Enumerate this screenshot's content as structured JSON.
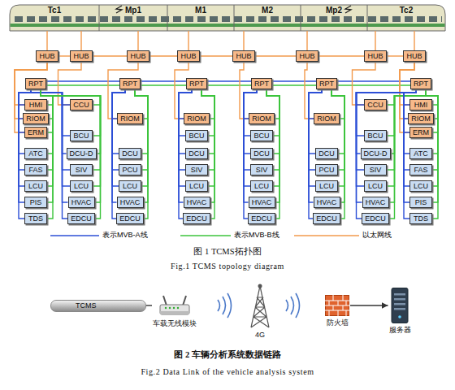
{
  "diagram": {
    "caption": "图 1  TCMS拓扑图",
    "nodes": [
      {
        "text": [
          "Tc1"
        ]
      },
      {
        "text": [
          "Mp1"
        ]
      },
      {
        "text": [
          "M1"
        ]
      },
      {
        "text": [
          "M2"
        ]
      },
      {
        "text": [
          "Mp2"
        ]
      },
      {
        "text": [
          "Tc2"
        ]
      },
      {
        "text": [
          "HUB"
        ]
      },
      {
        "text": [
          "HUB"
        ]
      },
      {
        "text": [
          "HUB"
        ]
      },
      {
        "text": [
          "HUB"
        ]
      },
      {
        "text": [
          "HUB"
        ]
      },
      {
        "text": [
          "HUB"
        ]
      },
      {
        "text": [
          "HUB"
        ]
      },
      {
        "text": [
          "HUB"
        ]
      },
      {
        "text": [
          "RPT"
        ]
      },
      {
        "text": [
          "RPT"
        ]
      },
      {
        "text": [
          "RPT"
        ]
      },
      {
        "text": [
          "RPT"
        ]
      },
      {
        "text": [
          "RPT"
        ]
      },
      {
        "text": [
          "RPT"
        ]
      },
      {
        "text": [
          "HMI"
        ]
      },
      {
        "text": [
          "RIOM"
        ]
      },
      {
        "text": [
          "ERM"
        ]
      },
      {
        "text": [
          "ATC"
        ]
      },
      {
        "text": [
          "FAS"
        ]
      },
      {
        "text": [
          "LCU"
        ]
      },
      {
        "text": [
          "PIS"
        ]
      },
      {
        "text": [
          "TDS"
        ]
      },
      {
        "text": [
          "CCU"
        ]
      },
      {
        "text": [
          "BCU"
        ]
      },
      {
        "text": [
          "DCU-D"
        ]
      },
      {
        "text": [
          "SIV"
        ]
      },
      {
        "text": [
          "LCU"
        ]
      },
      {
        "text": [
          "HVAC"
        ]
      },
      {
        "text": [
          "EDCU"
        ]
      },
      {
        "text": [
          "RIOM"
        ]
      },
      {
        "text": [
          "DCU"
        ]
      },
      {
        "text": [
          "PCU"
        ]
      },
      {
        "text": [
          "LCU"
        ]
      },
      {
        "text": [
          "HVAC"
        ]
      },
      {
        "text": [
          "EDCU"
        ]
      },
      {
        "text": [
          "RIOM"
        ]
      },
      {
        "text": [
          "BCU"
        ]
      },
      {
        "text": [
          "DCU"
        ]
      },
      {
        "text": [
          "SIV"
        ]
      },
      {
        "text": [
          "LCU"
        ]
      },
      {
        "text": [
          "HVAC"
        ]
      },
      {
        "text": [
          "EDCU"
        ]
      },
      {
        "text": [
          "RIOM"
        ]
      },
      {
        "text": [
          "BCU"
        ]
      },
      {
        "text": [
          "DCU"
        ]
      },
      {
        "text": [
          "SIV"
        ]
      },
      {
        "text": [
          "LCU"
        ]
      },
      {
        "text": [
          "HVAC"
        ]
      },
      {
        "text": [
          "EDCU"
        ]
      },
      {
        "text": [
          "RIOM"
        ]
      },
      {
        "text": [
          "DCU"
        ]
      },
      {
        "text": [
          "PCU"
        ]
      },
      {
        "text": [
          "LCU"
        ]
      },
      {
        "text": [
          "HVAC"
        ]
      },
      {
        "text": [
          "EDCU"
        ]
      },
      {
        "text": [
          "CCU"
        ]
      },
      {
        "text": [
          "BCU"
        ]
      },
      {
        "text": [
          "DCU-D"
        ]
      },
      {
        "text": [
          "SIV"
        ]
      },
      {
        "text": [
          "LCU"
        ]
      },
      {
        "text": [
          "HVAC"
        ]
      },
      {
        "text": [
          "EDCU"
        ]
      },
      {
        "text": [
          "HMI"
        ]
      },
      {
        "text": [
          "RIOM"
        ]
      },
      {
        "text": [
          "ERM"
        ]
      },
      {
        "text": [
          "ATC"
        ]
      },
      {
        "text": [
          "FAS"
        ]
      },
      {
        "text": [
          "LCU"
        ]
      },
      {
        "text": [
          "PIS"
        ]
      },
      {
        "text": [
          "TDS"
        ]
      },
      {
        "text": [
          "TCMS"
        ]
      },
      {
        "text": [
          "车载无线模块"
        ]
      },
      {
        "text": [
          "4G"
        ]
      },
      {
        "text": [
          "防火墙"
        ]
      },
      {
        "text": [
          "服务器"
        ]
      }
    ],
    "edges": [
      {
        "from": 0,
        "to": 6,
        "arrow": "none"
      },
      {
        "from": 0,
        "to": 7,
        "arrow": "none"
      },
      {
        "from": 1,
        "to": 8,
        "arrow": "none"
      },
      {
        "from": 2,
        "to": 9,
        "arrow": "none"
      },
      {
        "from": 3,
        "to": 10,
        "arrow": "none"
      },
      {
        "from": 4,
        "to": 11,
        "arrow": "none"
      },
      {
        "from": 5,
        "to": 12,
        "arrow": "none"
      },
      {
        "from": 5,
        "to": 13,
        "arrow": "none"
      },
      {
        "from": 6,
        "to": 7,
        "arrow": "none"
      },
      {
        "from": 7,
        "to": 8,
        "arrow": "none"
      },
      {
        "from": 8,
        "to": 9,
        "arrow": "none"
      },
      {
        "from": 9,
        "to": 10,
        "arrow": "none"
      },
      {
        "from": 10,
        "to": 11,
        "arrow": "none"
      },
      {
        "from": 11,
        "to": 12,
        "arrow": "none"
      },
      {
        "from": 12,
        "to": 13,
        "arrow": "none"
      },
      {
        "from": 14,
        "to": 15,
        "arrow": "none"
      },
      {
        "from": 14,
        "to": 15,
        "arrow": "none"
      },
      {
        "from": 15,
        "to": 16,
        "arrow": "none"
      },
      {
        "from": 15,
        "to": 16,
        "arrow": "none"
      },
      {
        "from": 16,
        "to": 17,
        "arrow": "none"
      },
      {
        "from": 16,
        "to": 17,
        "arrow": "none"
      },
      {
        "from": 17,
        "to": 18,
        "arrow": "none"
      },
      {
        "from": 17,
        "to": 18,
        "arrow": "none"
      },
      {
        "from": 18,
        "to": 19,
        "arrow": "none"
      },
      {
        "from": 18,
        "to": 19,
        "arrow": "none"
      },
      {
        "from": 6,
        "to": 20,
        "arrow": "none"
      },
      {
        "from": 6,
        "to": 21,
        "arrow": "none"
      },
      {
        "from": 6,
        "to": 22,
        "arrow": "none"
      },
      {
        "from": 7,
        "to": 28,
        "arrow": "none"
      },
      {
        "from": 8,
        "to": 35,
        "arrow": "none"
      },
      {
        "from": 9,
        "to": 41,
        "arrow": "none"
      },
      {
        "from": 10,
        "to": 48,
        "arrow": "none"
      },
      {
        "from": 11,
        "to": 55,
        "arrow": "none"
      },
      {
        "from": 12,
        "to": 61,
        "arrow": "none"
      },
      {
        "from": 13,
        "to": 68,
        "arrow": "none"
      },
      {
        "from": 13,
        "to": 69,
        "arrow": "none"
      },
      {
        "from": 13,
        "to": 70,
        "arrow": "none"
      },
      {
        "from": 14,
        "to": 20,
        "arrow": "none"
      },
      {
        "from": 14,
        "to": 20,
        "arrow": "none"
      },
      {
        "from": 14,
        "to": 21,
        "arrow": "none"
      },
      {
        "from": 14,
        "to": 21,
        "arrow": "none"
      },
      {
        "from": 14,
        "to": 22,
        "arrow": "none"
      },
      {
        "from": 14,
        "to": 22,
        "arrow": "none"
      },
      {
        "from": 14,
        "to": 23,
        "arrow": "none"
      },
      {
        "from": 14,
        "to": 23,
        "arrow": "none"
      },
      {
        "from": 14,
        "to": 24,
        "arrow": "none"
      },
      {
        "from": 14,
        "to": 24,
        "arrow": "none"
      },
      {
        "from": 14,
        "to": 25,
        "arrow": "none"
      },
      {
        "from": 14,
        "to": 25,
        "arrow": "none"
      },
      {
        "from": 14,
        "to": 26,
        "arrow": "none"
      },
      {
        "from": 14,
        "to": 26,
        "arrow": "none"
      },
      {
        "from": 14,
        "to": 27,
        "arrow": "none"
      },
      {
        "from": 14,
        "to": 27,
        "arrow": "none"
      },
      {
        "from": 14,
        "to": 28,
        "arrow": "none"
      },
      {
        "from": 14,
        "to": 28,
        "arrow": "none"
      },
      {
        "from": 14,
        "to": 29,
        "arrow": "none"
      },
      {
        "from": 14,
        "to": 29,
        "arrow": "none"
      },
      {
        "from": 14,
        "to": 30,
        "arrow": "none"
      },
      {
        "from": 14,
        "to": 30,
        "arrow": "none"
      },
      {
        "from": 14,
        "to": 31,
        "arrow": "none"
      },
      {
        "from": 14,
        "to": 31,
        "arrow": "none"
      },
      {
        "from": 14,
        "to": 32,
        "arrow": "none"
      },
      {
        "from": 14,
        "to": 32,
        "arrow": "none"
      },
      {
        "from": 14,
        "to": 33,
        "arrow": "none"
      },
      {
        "from": 14,
        "to": 33,
        "arrow": "none"
      },
      {
        "from": 14,
        "to": 34,
        "arrow": "none"
      },
      {
        "from": 14,
        "to": 34,
        "arrow": "none"
      },
      {
        "from": 15,
        "to": 35,
        "arrow": "none"
      },
      {
        "from": 15,
        "to": 35,
        "arrow": "none"
      },
      {
        "from": 15,
        "to": 36,
        "arrow": "none"
      },
      {
        "from": 15,
        "to": 36,
        "arrow": "none"
      },
      {
        "from": 15,
        "to": 37,
        "arrow": "none"
      },
      {
        "from": 15,
        "to": 37,
        "arrow": "none"
      },
      {
        "from": 15,
        "to": 38,
        "arrow": "none"
      },
      {
        "from": 15,
        "to": 38,
        "arrow": "none"
      },
      {
        "from": 15,
        "to": 39,
        "arrow": "none"
      },
      {
        "from": 15,
        "to": 39,
        "arrow": "none"
      },
      {
        "from": 15,
        "to": 40,
        "arrow": "none"
      },
      {
        "from": 15,
        "to": 40,
        "arrow": "none"
      },
      {
        "from": 16,
        "to": 41,
        "arrow": "none"
      },
      {
        "from": 16,
        "to": 41,
        "arrow": "none"
      },
      {
        "from": 16,
        "to": 42,
        "arrow": "none"
      },
      {
        "from": 16,
        "to": 42,
        "arrow": "none"
      },
      {
        "from": 16,
        "to": 43,
        "arrow": "none"
      },
      {
        "from": 16,
        "to": 43,
        "arrow": "none"
      },
      {
        "from": 16,
        "to": 44,
        "arrow": "none"
      },
      {
        "from": 16,
        "to": 44,
        "arrow": "none"
      },
      {
        "from": 16,
        "to": 45,
        "arrow": "none"
      },
      {
        "from": 16,
        "to": 45,
        "arrow": "none"
      },
      {
        "from": 16,
        "to": 46,
        "arrow": "none"
      },
      {
        "from": 16,
        "to": 46,
        "arrow": "none"
      },
      {
        "from": 16,
        "to": 47,
        "arrow": "none"
      },
      {
        "from": 16,
        "to": 47,
        "arrow": "none"
      },
      {
        "from": 17,
        "to": 48,
        "arrow": "none"
      },
      {
        "from": 17,
        "to": 48,
        "arrow": "none"
      },
      {
        "from": 17,
        "to": 49,
        "arrow": "none"
      },
      {
        "from": 17,
        "to": 49,
        "arrow": "none"
      },
      {
        "from": 17,
        "to": 50,
        "arrow": "none"
      },
      {
        "from": 17,
        "to": 50,
        "arrow": "none"
      },
      {
        "from": 17,
        "to": 51,
        "arrow": "none"
      },
      {
        "from": 17,
        "to": 51,
        "arrow": "none"
      },
      {
        "from": 17,
        "to": 52,
        "arrow": "none"
      },
      {
        "from": 17,
        "to": 52,
        "arrow": "none"
      },
      {
        "from": 17,
        "to": 53,
        "arrow": "none"
      },
      {
        "from": 17,
        "to": 53,
        "arrow": "none"
      },
      {
        "from": 17,
        "to": 54,
        "arrow": "none"
      },
      {
        "from": 17,
        "to": 54,
        "arrow": "none"
      },
      {
        "from": 18,
        "to": 55,
        "arrow": "none"
      },
      {
        "from": 18,
        "to": 55,
        "arrow": "none"
      },
      {
        "from": 18,
        "to": 56,
        "arrow": "none"
      },
      {
        "from": 18,
        "to": 56,
        "arrow": "none"
      },
      {
        "from": 18,
        "to": 57,
        "arrow": "none"
      },
      {
        "from": 18,
        "to": 57,
        "arrow": "none"
      },
      {
        "from": 18,
        "to": 58,
        "arrow": "none"
      },
      {
        "from": 18,
        "to": 58,
        "arrow": "none"
      },
      {
        "from": 18,
        "to": 59,
        "arrow": "none"
      },
      {
        "from": 18,
        "to": 59,
        "arrow": "none"
      },
      {
        "from": 18,
        "to": 60,
        "arrow": "none"
      },
      {
        "from": 18,
        "to": 60,
        "arrow": "none"
      },
      {
        "from": 19,
        "to": 61,
        "arrow": "none"
      },
      {
        "from": 19,
        "to": 61,
        "arrow": "none"
      },
      {
        "from": 19,
        "to": 62,
        "arrow": "none"
      },
      {
        "from": 19,
        "to": 62,
        "arrow": "none"
      },
      {
        "from": 19,
        "to": 63,
        "arrow": "none"
      },
      {
        "from": 19,
        "to": 63,
        "arrow": "none"
      },
      {
        "from": 19,
        "to": 64,
        "arrow": "none"
      },
      {
        "from": 19,
        "to": 64,
        "arrow": "none"
      },
      {
        "from": 19,
        "to": 65,
        "arrow": "none"
      },
      {
        "from": 19,
        "to": 65,
        "arrow": "none"
      },
      {
        "from": 19,
        "to": 66,
        "arrow": "none"
      },
      {
        "from": 19,
        "to": 66,
        "arrow": "none"
      },
      {
        "from": 19,
        "to": 67,
        "arrow": "none"
      },
      {
        "from": 19,
        "to": 67,
        "arrow": "none"
      },
      {
        "from": 19,
        "to": 68,
        "arrow": "none"
      },
      {
        "from": 19,
        "to": 68,
        "arrow": "none"
      },
      {
        "from": 19,
        "to": 69,
        "arrow": "none"
      },
      {
        "from": 19,
        "to": 69,
        "arrow": "none"
      },
      {
        "from": 19,
        "to": 70,
        "arrow": "none"
      },
      {
        "from": 19,
        "to": 70,
        "arrow": "none"
      },
      {
        "from": 19,
        "to": 71,
        "arrow": "none"
      },
      {
        "from": 19,
        "to": 71,
        "arrow": "none"
      },
      {
        "from": 19,
        "to": 72,
        "arrow": "none"
      },
      {
        "from": 19,
        "to": 72,
        "arrow": "none"
      },
      {
        "from": 19,
        "to": 73,
        "arrow": "none"
      },
      {
        "from": 19,
        "to": 73,
        "arrow": "none"
      },
      {
        "from": 19,
        "to": 74,
        "arrow": "none"
      },
      {
        "from": 19,
        "to": 74,
        "arrow": "none"
      },
      {
        "from": 19,
        "to": 75,
        "arrow": "none"
      },
      {
        "from": 19,
        "to": 75,
        "arrow": "none"
      },
      {
        "from": 76,
        "to": 77,
        "arrow": "none"
      },
      {
        "from": 79,
        "to": 80,
        "arrow": "to"
      }
    ],
    "labels": [
      "Fig.1 TCMS topology diagram",
      "图 2 车辆分析系统数据链路",
      "Fig.2 Data Link of the vehicle analysis system"
    ],
    "legend": [
      {
        "text": "表示MVB-A线"
      },
      {
        "text": "表示MVB-B线"
      },
      {
        "text": "以太网线"
      }
    ]
  }
}
